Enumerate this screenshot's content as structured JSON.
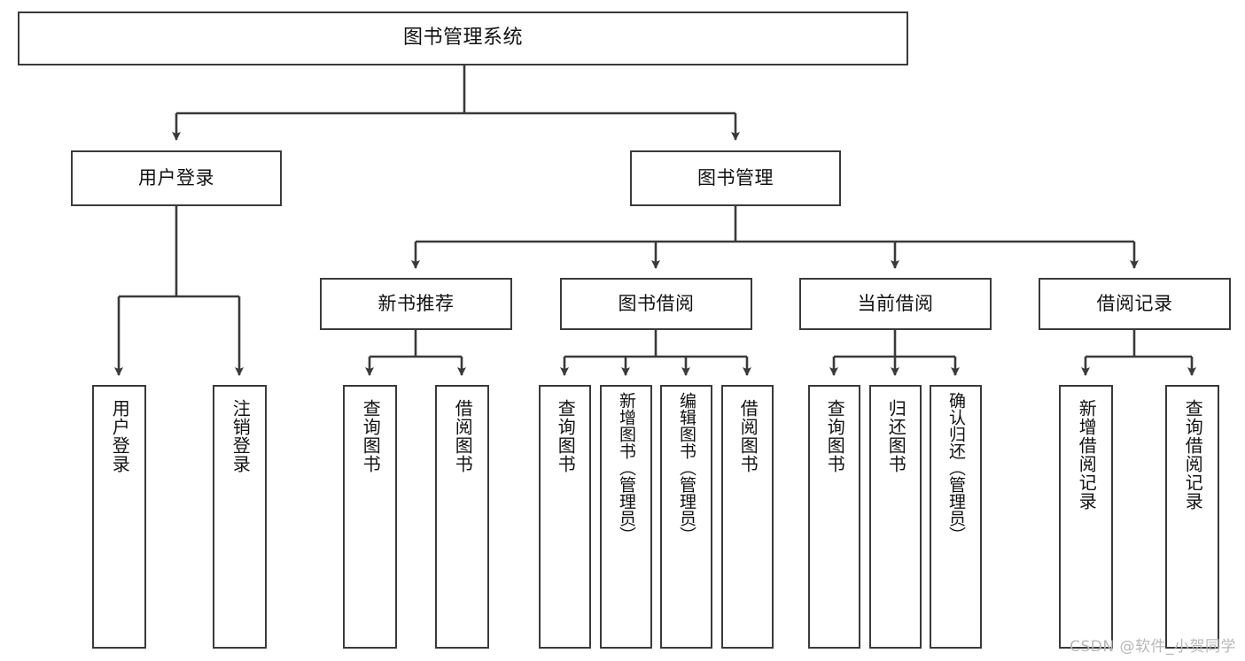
{
  "diagram": {
    "title": "图书管理系统",
    "watermark": "CSDN @软件_小贺同学",
    "colors": {
      "stroke": "#3a3a3a",
      "fill": "#ffffff",
      "text": "#111111",
      "watermark": "#b8b8b8"
    },
    "root": {
      "label": "图书管理系统"
    },
    "level2": [
      {
        "label": "用户登录"
      },
      {
        "label": "图书管理"
      }
    ],
    "level3": [
      {
        "label": "新书推荐"
      },
      {
        "label": "图书借阅"
      },
      {
        "label": "当前借阅"
      },
      {
        "label": "借阅记录"
      }
    ],
    "leaves": {
      "user_login": [
        {
          "label": "用户登录"
        },
        {
          "label": "注销登录"
        }
      ],
      "new_book": [
        {
          "label": "查询图书"
        },
        {
          "label": "借阅图书"
        }
      ],
      "book_borrow": [
        {
          "label": "查询图书"
        },
        {
          "label": "新增图书（管理员）"
        },
        {
          "label": "编辑图书（管理员）"
        },
        {
          "label": "借阅图书"
        }
      ],
      "current_borrow": [
        {
          "label": "查询图书"
        },
        {
          "label": "归还图书"
        },
        {
          "label": "确认归还（管理员）"
        }
      ],
      "borrow_record": [
        {
          "label": "新增借阅记录"
        },
        {
          "label": "查询借阅记录"
        }
      ]
    }
  }
}
